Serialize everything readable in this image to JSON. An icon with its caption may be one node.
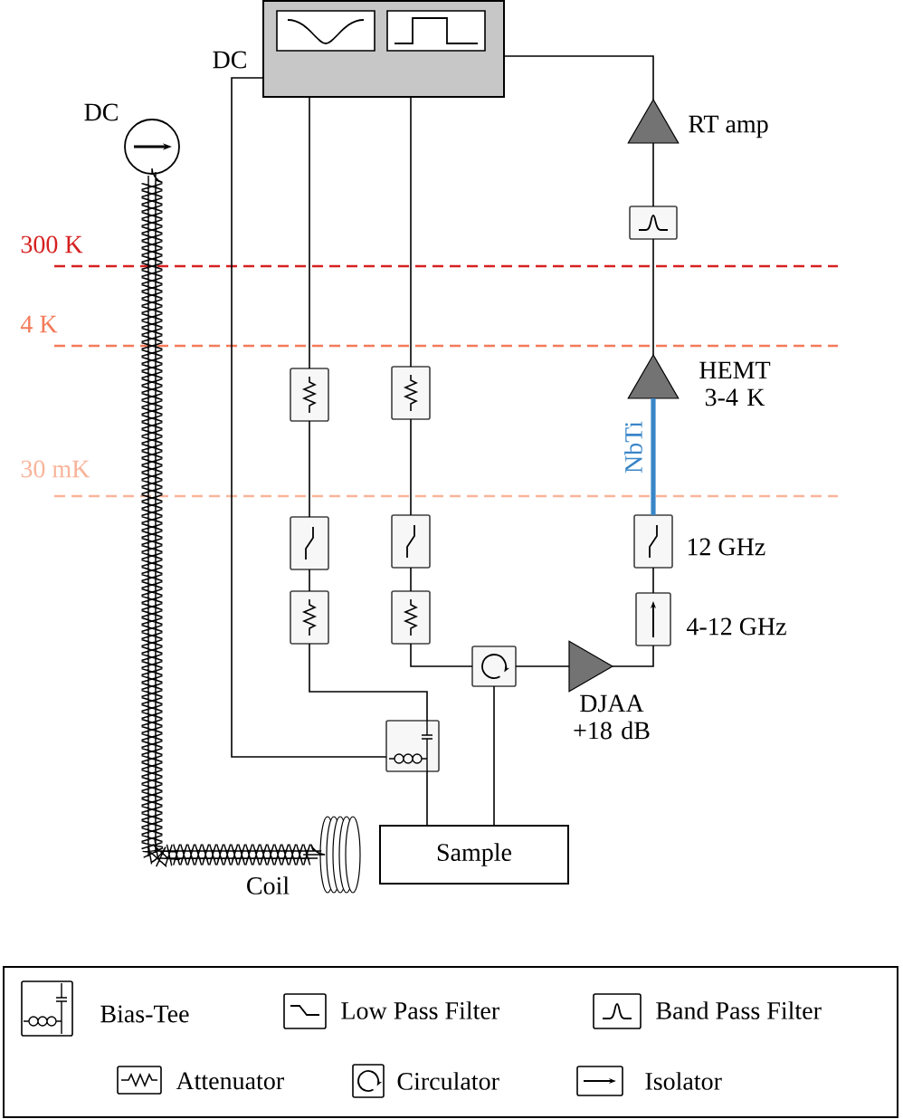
{
  "diagram": {
    "nodes": [
      {
        "text": [],
        "shape": "box"
      },
      {
        "text": [],
        "shape": "circle",
        "beside": [
          "DC"
        ]
      },
      {
        "text": [],
        "shape": "triangle",
        "beside": [
          "RT amp"
        ]
      },
      {
        "text": [],
        "shape": "box"
      },
      {
        "text": [],
        "shape": "triangle",
        "beside": [
          "HEMT 3-4 K"
        ]
      },
      {
        "text": [],
        "shape": "box"
      },
      {
        "text": [],
        "shape": "box"
      },
      {
        "text": [],
        "shape": "box"
      },
      {
        "text": [],
        "shape": "box"
      },
      {
        "text": [],
        "shape": "box",
        "beside": [
          "12 GHz"
        ]
      },
      {
        "text": [],
        "shape": "box"
      },
      {
        "text": [],
        "shape": "box"
      },
      {
        "text": [],
        "shape": "box",
        "beside": [
          "4-12 GHz"
        ]
      },
      {
        "text": [],
        "shape": "box"
      },
      {
        "text": [],
        "shape": "triangle",
        "beside": [
          "DJAA +18 dB"
        ]
      },
      {
        "text": [],
        "shape": "box"
      },
      {
        "text": [
          "Sample"
        ]
      },
      {
        "text": [],
        "shape": "coil",
        "beside": [
          "Coil"
        ]
      }
    ],
    "edges": [
      {
        "from": 0,
        "to": 15,
        "arrow": "none",
        "label": "DC"
      },
      {
        "from": 0,
        "to": 5,
        "arrow": "none"
      },
      {
        "from": 5,
        "to": 7,
        "arrow": "none"
      },
      {
        "from": 7,
        "to": 10,
        "arrow": "none"
      },
      {
        "from": 10,
        "to": 15,
        "arrow": "none"
      },
      {
        "from": 15,
        "to": 16,
        "arrow": "none"
      },
      {
        "from": 0,
        "to": 6,
        "arrow": "none"
      },
      {
        "from": 6,
        "to": 8,
        "arrow": "none"
      },
      {
        "from": 8,
        "to": 11,
        "arrow": "none"
      },
      {
        "from": 11,
        "to": 13,
        "arrow": "none"
      },
      {
        "from": 13,
        "to": 16,
        "arrow": "none"
      },
      {
        "from": 13,
        "to": 14,
        "arrow": "none"
      },
      {
        "from": 14,
        "to": 12,
        "arrow": "none"
      },
      {
        "from": 12,
        "to": 9,
        "arrow": "none"
      },
      {
        "from": 9,
        "to": 4,
        "arrow": "none",
        "label": "NbTi",
        "style": "thick",
        "color": "#3a86c8"
      },
      {
        "from": 4,
        "to": 3,
        "arrow": "none"
      },
      {
        "from": 3,
        "to": 2,
        "arrow": "none"
      },
      {
        "from": 2,
        "to": 0,
        "arrow": "none"
      },
      {
        "from": 1,
        "to": 17,
        "arrow": "none"
      }
    ],
    "labels": [
      "300 K",
      "4 K",
      "30 mK"
    ],
    "legend": [
      {
        "text": "Bias-Tee"
      },
      {
        "text": "Low Pass Filter"
      },
      {
        "text": "Band Pass Filter"
      },
      {
        "text": "Attenuator"
      },
      {
        "text": "Circulator"
      },
      {
        "text": "Isolator"
      }
    ]
  }
}
